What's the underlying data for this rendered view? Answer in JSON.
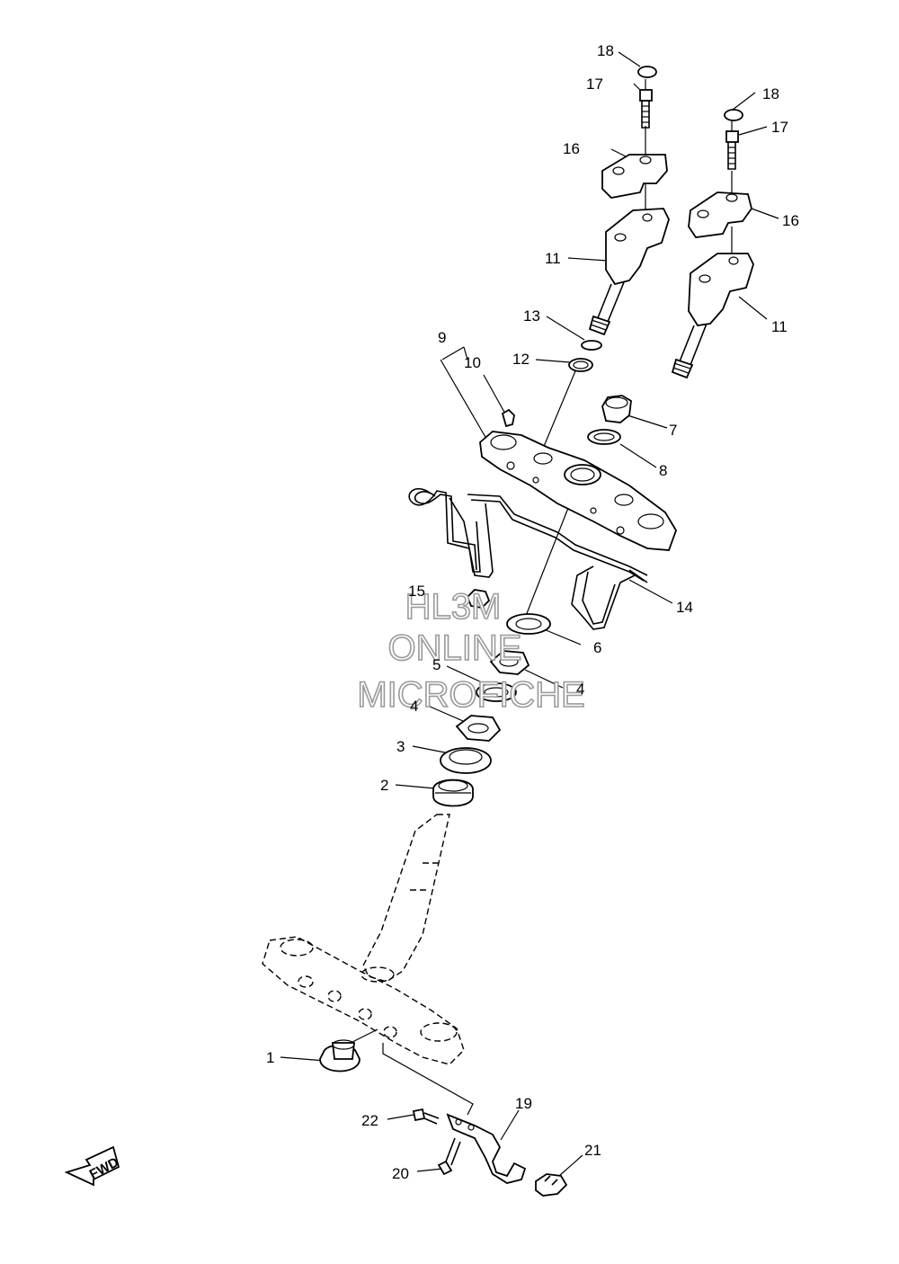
{
  "callouts": {
    "c1": "1",
    "c2": "2",
    "c3": "3",
    "c4a": "4",
    "c4b": "4",
    "c5": "5",
    "c6": "6",
    "c7": "7",
    "c8": "8",
    "c9": "9",
    "c10": "10",
    "c11a": "11",
    "c11b": "11",
    "c12": "12",
    "c13": "13",
    "c14": "14",
    "c15": "15",
    "c16a": "16",
    "c16b": "16",
    "c17a": "17",
    "c17b": "17",
    "c18a": "18",
    "c18b": "18",
    "c19": "19",
    "c20": "20",
    "c21": "21",
    "c22": "22"
  },
  "watermark": {
    "line1": "HL3M",
    "line2": "ONLINE",
    "line3": "MICROFICHE"
  },
  "direction_marker": {
    "label": "FWD",
    "icon": "forward-arrow-icon"
  }
}
